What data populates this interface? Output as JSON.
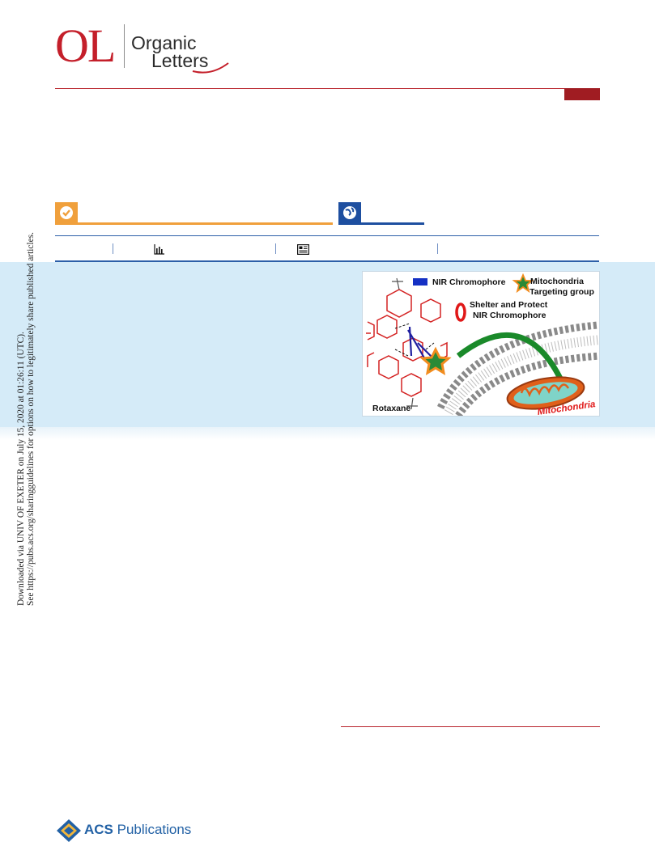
{
  "journal": {
    "logo_mark": "OL",
    "name_line1": "Organic",
    "name_line2": "Letters"
  },
  "metrics": {
    "icons": [
      "bar-chart-icon",
      "article-icon"
    ]
  },
  "badges": {
    "icons": [
      "check-icon",
      "globe-icon"
    ]
  },
  "toc_graphic": {
    "legend_nir": "NIR Chromophore",
    "legend_mito_line1": "Mitochondria",
    "legend_mito_line2": "Targeting group",
    "shelter_line1": "Shelter and Protect",
    "shelter_line2": "NIR Chromophore",
    "rotaxane_label": "Rotaxane",
    "mitochondria_label": "Mitochondria"
  },
  "side_note": {
    "line1": "Downloaded via UNIV OF EXETER on July 15, 2020 at 01:26:11 (UTC).",
    "line2": "See https://pubs.acs.org/sharingguidelines for options on how to legitimately share published articles."
  },
  "publisher": {
    "name_part1": "ACS",
    "name_part2": "Publications"
  },
  "colors": {
    "journal_red": "#c41f2a",
    "accent_orange": "#f0a03c",
    "accent_blue": "#1e4fa0",
    "abstract_bg": "#d5ebf8",
    "publisher_blue": "#2261a5"
  }
}
